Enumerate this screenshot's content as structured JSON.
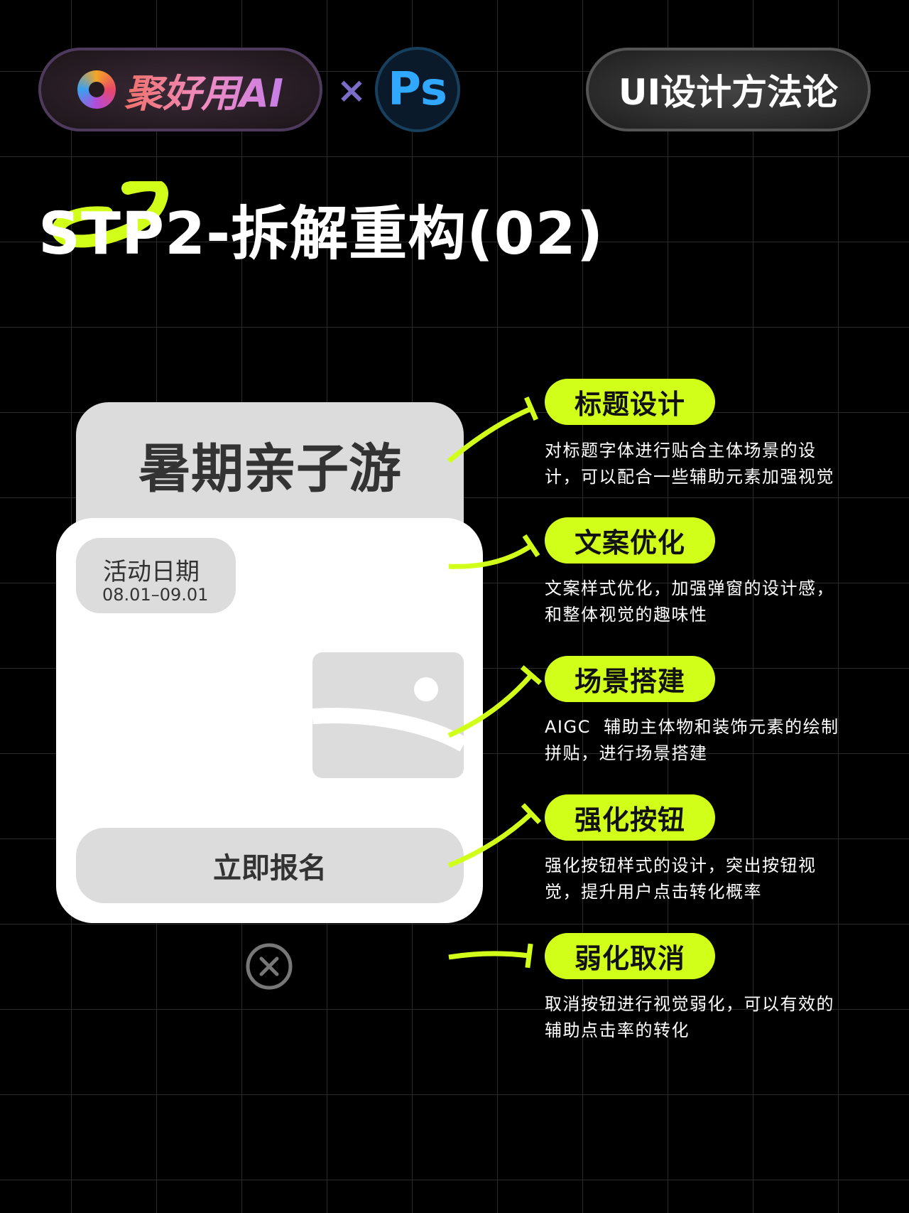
{
  "header": {
    "brand": "聚好用AI",
    "times": "×",
    "ps": "Ps",
    "method": "UI设计方法论"
  },
  "title": "STP2-拆解重构(02)",
  "popup": {
    "title": "暑期亲子游",
    "chip_label": "活动日期",
    "chip_date": "08.01–09.01",
    "button": "立即报名",
    "close_icon": "circle-x-icon"
  },
  "accent": "#d2ff1a",
  "annotations": [
    {
      "label": "标题设计",
      "lines": [
        "对标题字体进行贴合主体场景的设",
        "计，可以配合一些辅助元素加强视觉"
      ]
    },
    {
      "label": "文案优化",
      "lines": [
        "文案样式优化，加强弹窗的设计感，",
        "和整体视觉的趣味性"
      ]
    },
    {
      "label": "场景搭建",
      "lines": [
        "AIGC  辅助主体物和装饰元素的绘制",
        "拼贴，进行场景搭建"
      ]
    },
    {
      "label": "强化按钮",
      "lines": [
        "强化按钮样式的设计，突出按钮视",
        "觉，提升用户点击转化概率"
      ]
    },
    {
      "label": "弱化取消",
      "lines": [
        "取消按钮进行视觉弱化，可以有效的",
        "辅助点击率的转化"
      ]
    }
  ]
}
